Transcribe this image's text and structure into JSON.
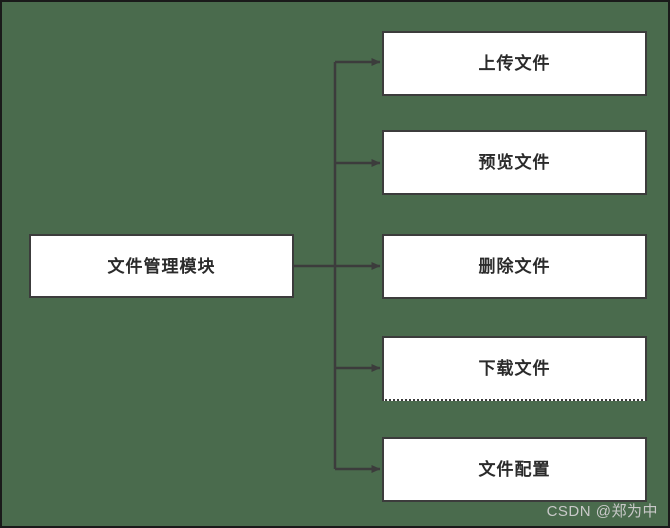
{
  "diagram": {
    "background_color": "#4a6b4d",
    "node_fill": "#ffffff",
    "node_stroke": "#3c3c3c",
    "text_color": "#2b2b2b",
    "connector_color": "#3c3c3c",
    "root": {
      "label": "文件管理模块"
    },
    "children": [
      {
        "label": "上传文件"
      },
      {
        "label": "预览文件"
      },
      {
        "label": "删除文件"
      },
      {
        "label": "下载文件"
      },
      {
        "label": "文件配置"
      }
    ]
  },
  "watermark": {
    "text": "CSDN @郑为中",
    "color": "#c9c9c9"
  }
}
